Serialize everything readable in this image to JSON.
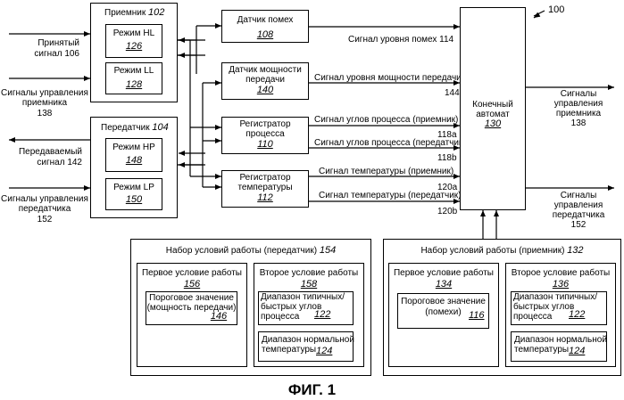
{
  "figure_ref": "100",
  "receiver": {
    "title": "Приемник",
    "ref": "102",
    "mode_hl": {
      "label": "Режим HL",
      "ref": "126"
    },
    "mode_ll": {
      "label": "Режим LL",
      "ref": "128"
    }
  },
  "transmitter": {
    "title": "Передатчик",
    "ref": "104",
    "mode_hp": {
      "label": "Режим HP",
      "ref": "148"
    },
    "mode_lp": {
      "label": "Режим LP",
      "ref": "150"
    }
  },
  "noise_sensor": {
    "label": "Датчик помех",
    "ref": "108"
  },
  "power_sensor": {
    "line1": "Датчик мощности",
    "line2": "передачи",
    "ref": "140"
  },
  "process_reg": {
    "line1": "Регистратор",
    "line2": "процесса",
    "ref": "110"
  },
  "temp_reg": {
    "line1": "Регистратор",
    "line2": "температуры",
    "ref": "112"
  },
  "fsm": {
    "line1": "Конечный",
    "line2": "автомат",
    "ref": "130"
  },
  "left": {
    "received_line1": "Принятый",
    "received_line2": "сигнал",
    "received_ref": "106",
    "rx_ctrl_line1": "Сигналы управления",
    "rx_ctrl_line2": "приемника",
    "rx_ctrl_ref": "138",
    "tx_out_line1": "Передаваемый",
    "tx_out_line2": "сигнал",
    "tx_out_ref": "142",
    "tx_ctrl_line1": "Сигналы управления",
    "tx_ctrl_line2": "передатчика",
    "tx_ctrl_ref": "152"
  },
  "signals": {
    "noise_level": "Сигнал уровня помех",
    "noise_level_ref": "114",
    "power_level": "Сигнал уровня мощности передачи",
    "power_level_ref": "144",
    "corner_rx": "Сигнал углов процесса (приемник)",
    "corner_rx_ref": "118a",
    "corner_tx": "Сигнал углов процесса (передатчик)",
    "corner_tx_ref": "118b",
    "temp_rx": "Сигнал температуры (приемник)",
    "temp_rx_ref": "120a",
    "temp_tx": "Сигнал температуры (передатчик)",
    "temp_tx_ref": "120b"
  },
  "right": {
    "rx_ctrl_line1": "Сигналы",
    "rx_ctrl_line2": "управления",
    "rx_ctrl_line3": "приемника",
    "rx_ctrl_ref": "138",
    "tx_ctrl_line1": "Сигналы",
    "tx_ctrl_line2": "управления",
    "tx_ctrl_line3": "передатчика",
    "tx_ctrl_ref": "152"
  },
  "tx_conditions": {
    "title": "Набор условий работы (передатчик)",
    "ref": "154",
    "first": {
      "title": "Первое условие работы",
      "ref": "156",
      "threshold_line1": "Пороговое значение",
      "threshold_line2": "(мощность передачи)",
      "threshold_ref": "146"
    },
    "second": {
      "title": "Второе условие работы",
      "ref": "158",
      "range1_line1": "Диапазон типичных/",
      "range1_line2": "быстрых углов",
      "range1_line3": "процесса",
      "range1_ref": "122",
      "range2_line1": "Диапазон нормальной",
      "range2_line2": "температуры",
      "range2_ref": "124"
    }
  },
  "rx_conditions": {
    "title": "Набор условий работы (приемник)",
    "ref": "132",
    "first": {
      "title": "Первое условие работы",
      "ref": "134",
      "threshold_line1": "Пороговое значение",
      "threshold_line2": "(помехи)",
      "threshold_ref": "116"
    },
    "second": {
      "title": "Второе условие работы",
      "ref": "136",
      "range1_line1": "Диапазон типичных/",
      "range1_line2": "быстрых углов",
      "range1_line3": "процесса",
      "range1_ref": "122",
      "range2_line1": "Диапазон нормальной",
      "range2_line2": "температуры",
      "range2_ref": "124"
    }
  },
  "caption": "ФИГ. 1"
}
